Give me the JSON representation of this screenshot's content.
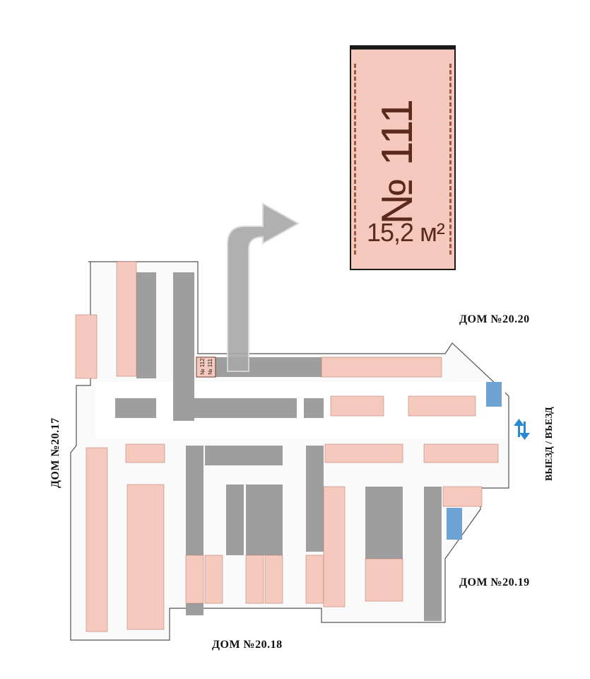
{
  "highlight": {
    "spot_number": "№ 111",
    "area": "15,2 м²"
  },
  "houses": {
    "h17": "ДОМ №20.17",
    "h18": "ДОМ №20.18",
    "h19": "ДОМ №20.19",
    "h20": "ДОМ №20.20"
  },
  "exit_label": "ВЫЕЗД / ВЪЕЗД",
  "marked_spots": {
    "a": "№ 112",
    "b": "№ 111"
  },
  "colors": {
    "spot_fill": "#f5c9bd",
    "column_fill": "#9e9e9e",
    "wall": "#444444",
    "arrow": "#9a9a9a",
    "exit_arrow": "#2a8ad0",
    "stairs": "#6fa3d6"
  },
  "icons": {
    "pointer": "curved-arrow-icon",
    "traffic": "two-way-arrows-icon"
  }
}
